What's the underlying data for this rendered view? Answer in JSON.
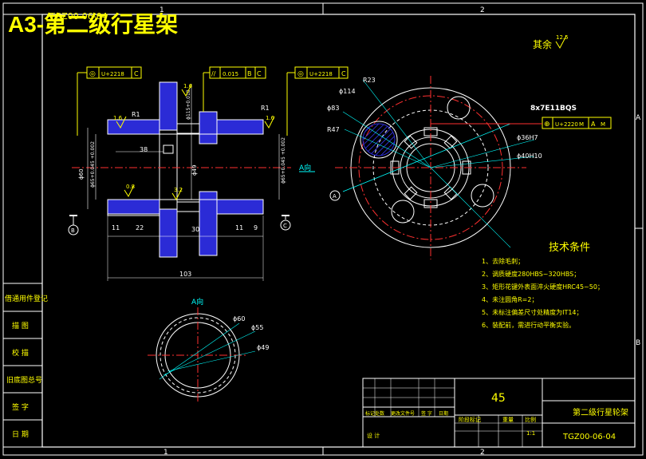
{
  "title": {
    "main": "A3-第二级行星架",
    "overlay_code": "TGZ00-06-04"
  },
  "frame": {
    "zone_top_1": "1",
    "zone_top_2": "2",
    "zone_side_A": "A",
    "zone_side_B": "B",
    "zone_bottom_1": "1",
    "zone_bottom_2": "2"
  },
  "surface": {
    "qiyu": "其余",
    "roughness_all": "12.5",
    "r1": "1.6",
    "r2": "1.6",
    "r3": "1.6",
    "r4": "0.8",
    "r5": "3.2"
  },
  "tolerances": {
    "t1": {
      "sym": "◎",
      "val": "U+2218",
      "ref": "C"
    },
    "t2": {
      "sym": "//",
      "val": "0.015",
      "ref1": "B",
      "ref2": "C"
    },
    "t3": {
      "sym": "◎",
      "val": "U+2218",
      "ref": "C"
    },
    "t4": {
      "sym": "⊕",
      "val": "U+2220",
      "mod": "M",
      "ref": "A",
      "mod2": "M"
    }
  },
  "section_view": {
    "dims": {
      "d38": "38",
      "d11a": "11",
      "d22": "22",
      "d30": "30",
      "d11b": "11",
      "d9": "9",
      "d103": "103",
      "d60": "ϕ60",
      "d65": "ϕ65+0.045 +0.002",
      "d49": "ϕ49",
      "d115": "ϕ115+0.018",
      "d65b": "ϕ65+0.045 +0.002",
      "r1a": "R1",
      "r1b": "R1"
    },
    "datum_b": "B",
    "datum_c": "C",
    "view_label": "A向"
  },
  "front_view": {
    "labels": {
      "r23": "R23",
      "d114": "ϕ114",
      "d83": "ϕ83",
      "r47": "R47",
      "spline": "8x7E11BQS",
      "d36": "ϕ36H7",
      "d40": "ϕ40H10",
      "datum_a": "A"
    }
  },
  "a_view": {
    "title": "A向",
    "d60": "ϕ60",
    "d55": "ϕ55",
    "d49": "ϕ49"
  },
  "tech_requirements": {
    "heading": "技术条件",
    "items": [
      "1、去除毛刺；",
      "2、调质硬度280HBS~320HBS；",
      "3、矩形花键外表面淬火硬度HRC45~50；",
      "4、未注圆角R=2；",
      "5、未标注偏差尺寸处精度为IT14；",
      "6、装配前，需进行动平衡实验。"
    ]
  },
  "side_column": [
    "借通用件登记",
    "描 图",
    "校 描",
    "旧底图总号",
    "签 字",
    "日 期"
  ],
  "title_block": {
    "material": "45",
    "part_name": "第二级行星轮架",
    "drawing_no": "TGZ00-06-04",
    "scale_label": "比例",
    "scale_value": "1:1",
    "weight_label": "重量",
    "stage_label": "阶段标记",
    "row_labels": [
      "标记处数",
      "更改文件号",
      "签 字",
      "日期"
    ],
    "design_label": "设 计"
  }
}
